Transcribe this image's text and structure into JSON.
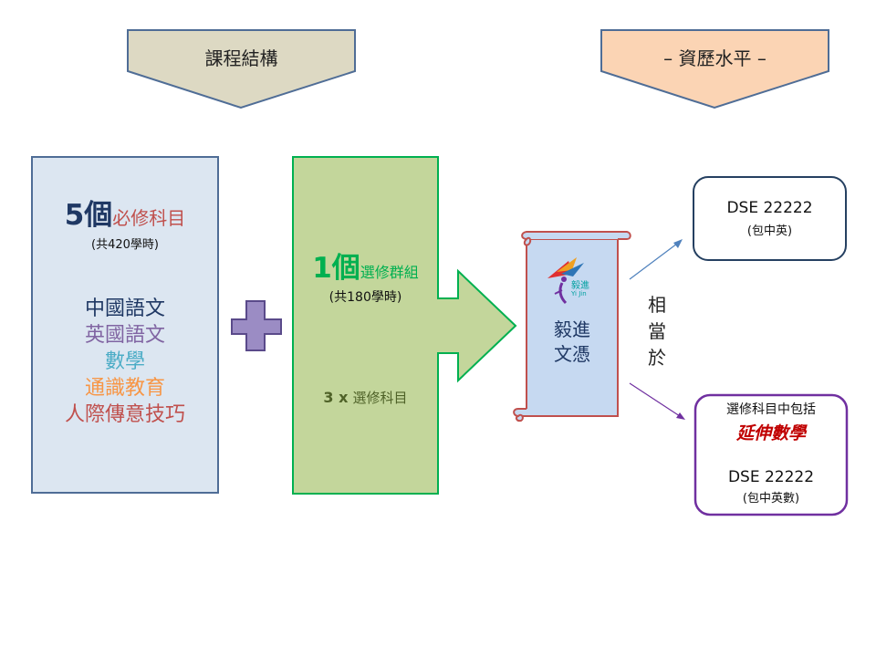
{
  "header_left": {
    "label": "課程結構"
  },
  "header_right": {
    "label": "– 資歷水平 –"
  },
  "core": {
    "count": "5個",
    "title": "必修科目",
    "hours": "(共420學時)",
    "subjects": [
      {
        "name": "中國語文",
        "color": "#1f3864"
      },
      {
        "name": "英國語文",
        "color": "#8064a2"
      },
      {
        "name": "數學",
        "color": "#4bacc6"
      },
      {
        "name": "通識教育",
        "color": "#f79646"
      },
      {
        "name": "人際傳意技巧",
        "color": "#c0504d"
      }
    ]
  },
  "elective": {
    "count": "1個",
    "title": "選修群組",
    "hours": "(共180學時)",
    "detail_num": "3 x",
    "detail_text": "選修科目"
  },
  "diploma": {
    "logo_text": "毅進",
    "logo_sub": "Yi Jin",
    "line1": "毅進",
    "line2": "文憑"
  },
  "equivalent": {
    "chars": [
      "相",
      "當",
      "於"
    ]
  },
  "result_top": {
    "title": "DSE 22222",
    "sub": "(包中英)"
  },
  "result_bottom": {
    "line1": "選修科目中包括",
    "highlight": "延伸數學",
    "title": "DSE 22222",
    "sub": "(包中英數)"
  },
  "colors": {
    "header_left_fill": "#ddd9c3",
    "header_right_fill": "#fbd4b4",
    "core_fill": "#dce6f1",
    "core_border": "#4f6d96",
    "elective_fill": "#c3d69b",
    "elective_border": "#00b050",
    "plus_fill": "#9b8cc4",
    "scroll_fill": "#c6d9f1",
    "scroll_border": "#c0504d",
    "box_top_border": "#254061",
    "box_bottom_border": "#7030a0"
  }
}
